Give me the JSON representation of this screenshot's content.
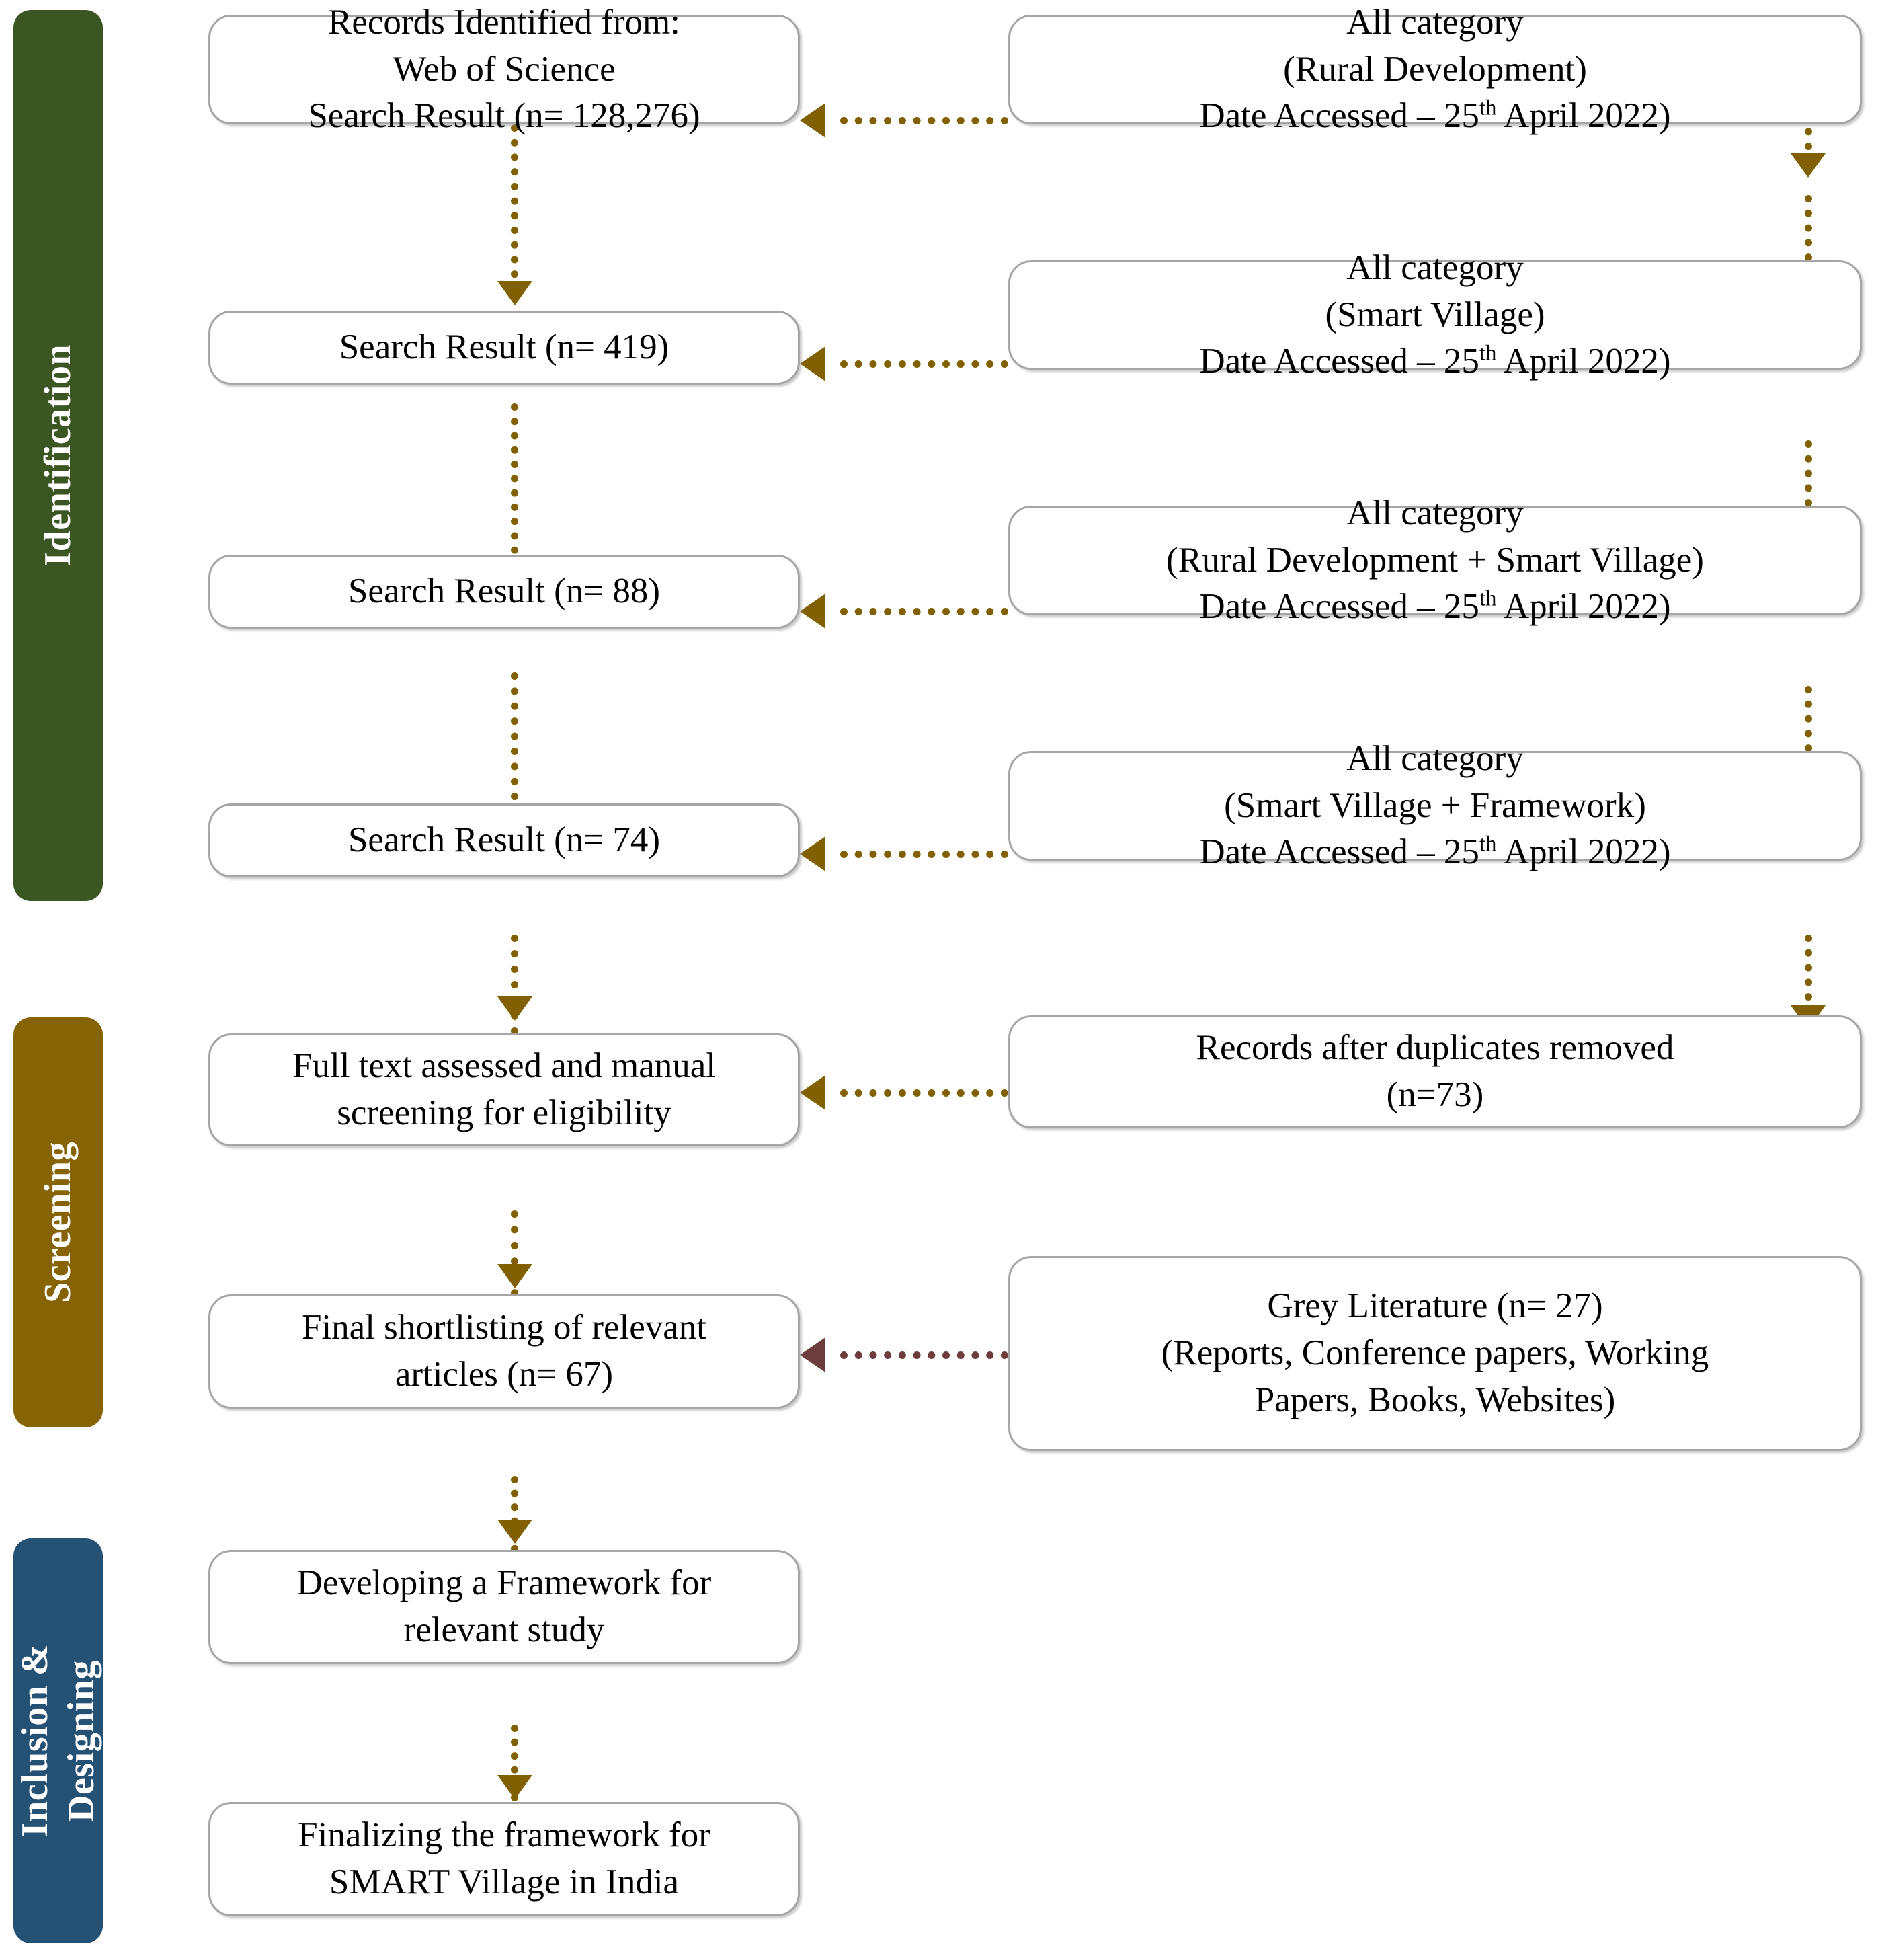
{
  "diagram": {
    "title": "PRISMA Literature Selection Flow",
    "colors": {
      "identification_bg": "#3b5622",
      "screening_bg": "#866405",
      "inclusion_bg": "#255175",
      "box_border": "#a6a6a6",
      "connector_olive": "#806000",
      "connector_maroon": "#6d3d3d",
      "box_text": "#000000",
      "phase_text": "#ffffff"
    }
  },
  "phases": [
    {
      "id": "identification",
      "label": "Identification"
    },
    {
      "id": "screening",
      "label": "Screening"
    },
    {
      "id": "inclusion",
      "label_line1": "Inclusion &",
      "label_line2": "Designing"
    }
  ],
  "left_column": [
    {
      "id": "records-identified",
      "text": "Records Identified from:\nWeb of Science\nSearch Result (n= 128,276)"
    },
    {
      "id": "search-result-419",
      "text": "Search Result (n= 419)"
    },
    {
      "id": "search-result-88",
      "text": "Search Result (n= 88)"
    },
    {
      "id": "search-result-74",
      "text": "Search Result (n= 74)"
    },
    {
      "id": "full-text-assessed",
      "text": "Full text assessed and manual\nscreening for eligibility"
    },
    {
      "id": "final-shortlisting",
      "text": "Final shortlisting of relevant\narticles (n= 67)"
    },
    {
      "id": "developing-framework",
      "text": "Developing a Framework for\nrelevant study"
    },
    {
      "id": "finalizing-framework",
      "text": "Finalizing the framework for\nSMART Village in India"
    }
  ],
  "right_column": [
    {
      "id": "category-rural-development",
      "line1": "All category",
      "line2": "(Rural Development)",
      "line3_pre": "Date Accessed – 25",
      "line3_sup": "th",
      "line3_post": " April 2022)"
    },
    {
      "id": "category-smart-village",
      "line1": "All category",
      "line2": "(Smart Village)",
      "line3_pre": "Date Accessed – 25",
      "line3_sup": "th",
      "line3_post": " April 2022)"
    },
    {
      "id": "category-rural-plus-smart",
      "line1": "All category",
      "line2": "(Rural Development + Smart Village)",
      "line3_pre": "Date Accessed – 25",
      "line3_sup": "th",
      "line3_post": " April 2022)"
    },
    {
      "id": "category-smart-plus-framework",
      "line1": "All category",
      "line2": "(Smart Village  + Framework)",
      "line3_pre": "Date Accessed – 25",
      "line3_sup": "th",
      "line3_post": " April 2022)"
    },
    {
      "id": "records-after-duplicates",
      "text": "Records after duplicates removed\n(n=73)"
    },
    {
      "id": "grey-literature",
      "text": "Grey Literature (n= 27)\n(Reports, Conference papers, Working\nPapers, Books, Websites)"
    }
  ],
  "counts": {
    "web_of_science_initial": "128,276",
    "search_result_2": "419",
    "search_result_3": "88",
    "search_result_4": "74",
    "after_duplicates": "73",
    "final_articles": "67",
    "grey_literature": "27"
  },
  "date_accessed": "25th April 2022"
}
